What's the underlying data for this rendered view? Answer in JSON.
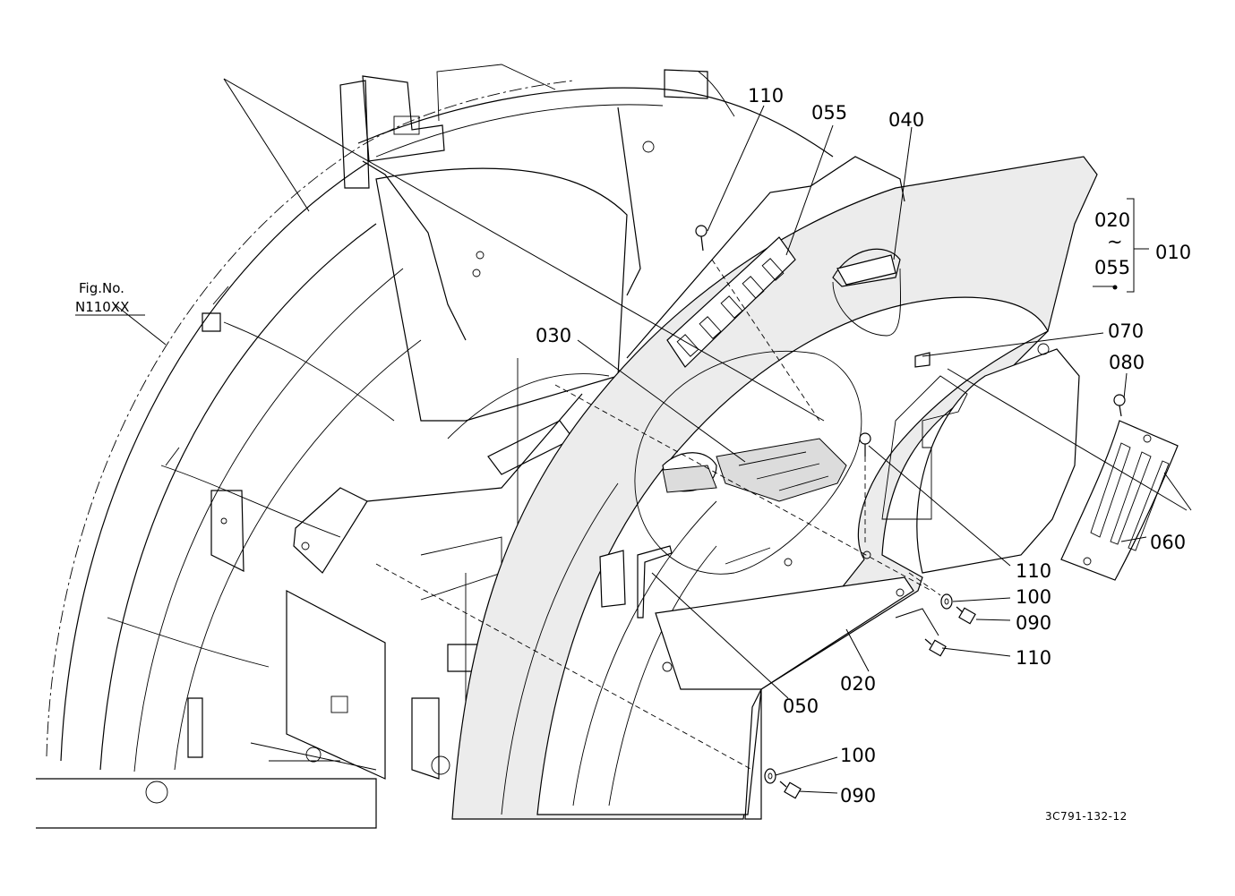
{
  "figure": {
    "fig_label": "Fig.No.",
    "fig_number": "N110XX",
    "drawing_code": "3C791-132-12"
  },
  "callouts": {
    "c110_top": "110",
    "c055": "055",
    "c040": "040",
    "range_from": "020",
    "range_tilde": "~",
    "range_to": "055",
    "c010": "010",
    "c070": "070",
    "c080": "080",
    "c030": "030",
    "c060": "060",
    "c110_mid": "110",
    "c100_mid": "100",
    "c090_mid": "090",
    "c110_low": "110",
    "c020": "020",
    "c050": "050",
    "c100_bot": "100",
    "c090_bot": "090"
  }
}
